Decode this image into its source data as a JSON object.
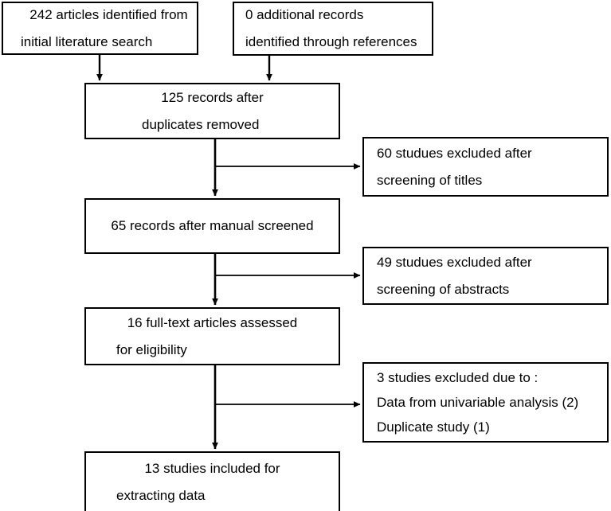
{
  "diagram": {
    "type": "prisma-flow-diagram",
    "title": "Study selection flow diagram",
    "stroke_color": "#000000",
    "background_color": "#ffffff",
    "nodes": {
      "identified": {
        "line1": "242 articles identified from",
        "line2": "initial literature search",
        "count": 242
      },
      "additional": {
        "line1": "0 additional records",
        "line2": "identified through references",
        "count": 0
      },
      "duplicates_removed": {
        "line1": "125 records after",
        "line2": "duplicates removed",
        "count": 125
      },
      "manual_screened": {
        "line1": "65 records after manual screened",
        "count": 65
      },
      "full_text": {
        "line1": "16 full-text articles assessed",
        "line2": "for eligibility",
        "count": 16
      },
      "included": {
        "line1": "13 studies included for",
        "line2": "extracting data",
        "count": 13
      },
      "excluded_titles": {
        "line1": "60 studues excluded after",
        "line2": "screening of titles",
        "count": 60
      },
      "excluded_abstracts": {
        "line1": "49 studues excluded after",
        "line2": "screening of abstracts",
        "count": 49
      },
      "excluded_eligibility": {
        "line1": "3 studies excluded due to :",
        "line2": "Data from univariable analysis (2)",
        "line3": "Duplicate study (1)",
        "count": 3
      }
    }
  },
  "chart_data": {
    "type": "diagram-flow",
    "title": "PRISMA study selection flow",
    "stages": [
      {
        "label": "Articles identified from initial literature search",
        "value": 242
      },
      {
        "label": "Additional records identified through references",
        "value": 0
      },
      {
        "label": "Records after duplicates removed",
        "value": 125
      },
      {
        "label": "Records after manual screened",
        "value": 65
      },
      {
        "label": "Full-text articles assessed for eligibility",
        "value": 16
      },
      {
        "label": "Studies included for extracting data",
        "value": 13
      }
    ],
    "exclusions": [
      {
        "label": "Studues excluded after screening of titles",
        "value": 60
      },
      {
        "label": "Studues excluded after screening of abstracts",
        "value": 49
      },
      {
        "label": "Studies excluded due to: Data from univariable analysis (2); Duplicate study (1)",
        "value": 3
      }
    ]
  }
}
